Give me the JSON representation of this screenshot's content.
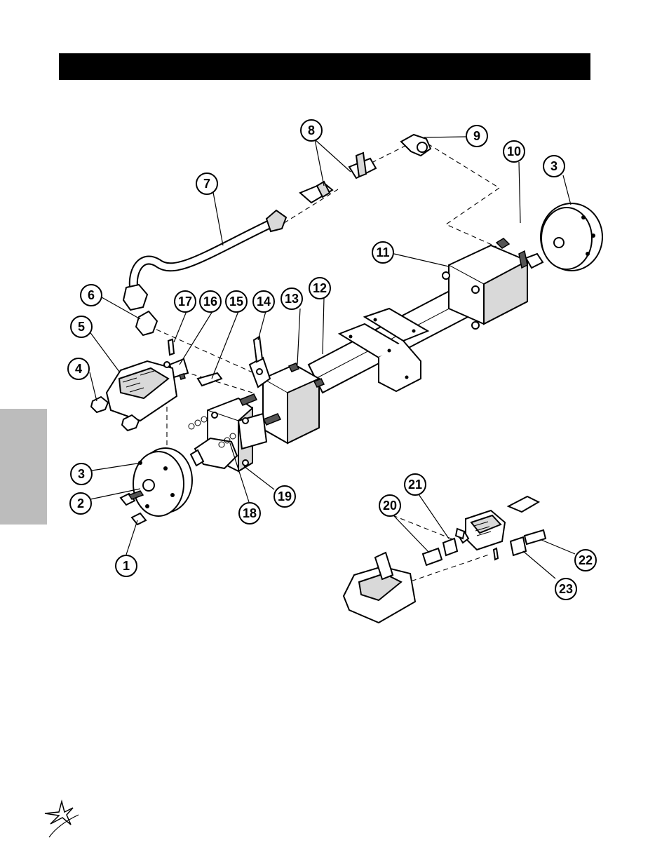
{
  "header": {
    "title": ""
  },
  "callouts": [
    {
      "label": "1"
    },
    {
      "label": "2"
    },
    {
      "label": "3"
    },
    {
      "label": "3"
    },
    {
      "label": "4"
    },
    {
      "label": "5"
    },
    {
      "label": "6"
    },
    {
      "label": "7"
    },
    {
      "label": "8"
    },
    {
      "label": "9"
    },
    {
      "label": "10"
    },
    {
      "label": "11"
    },
    {
      "label": "12"
    },
    {
      "label": "13"
    },
    {
      "label": "14"
    },
    {
      "label": "15"
    },
    {
      "label": "16"
    },
    {
      "label": "17"
    },
    {
      "label": "18"
    },
    {
      "label": "19"
    },
    {
      "label": "20"
    },
    {
      "label": "21"
    },
    {
      "label": "22"
    },
    {
      "label": "23"
    }
  ],
  "logo": {
    "icon": "star-swoosh-logo-icon"
  }
}
